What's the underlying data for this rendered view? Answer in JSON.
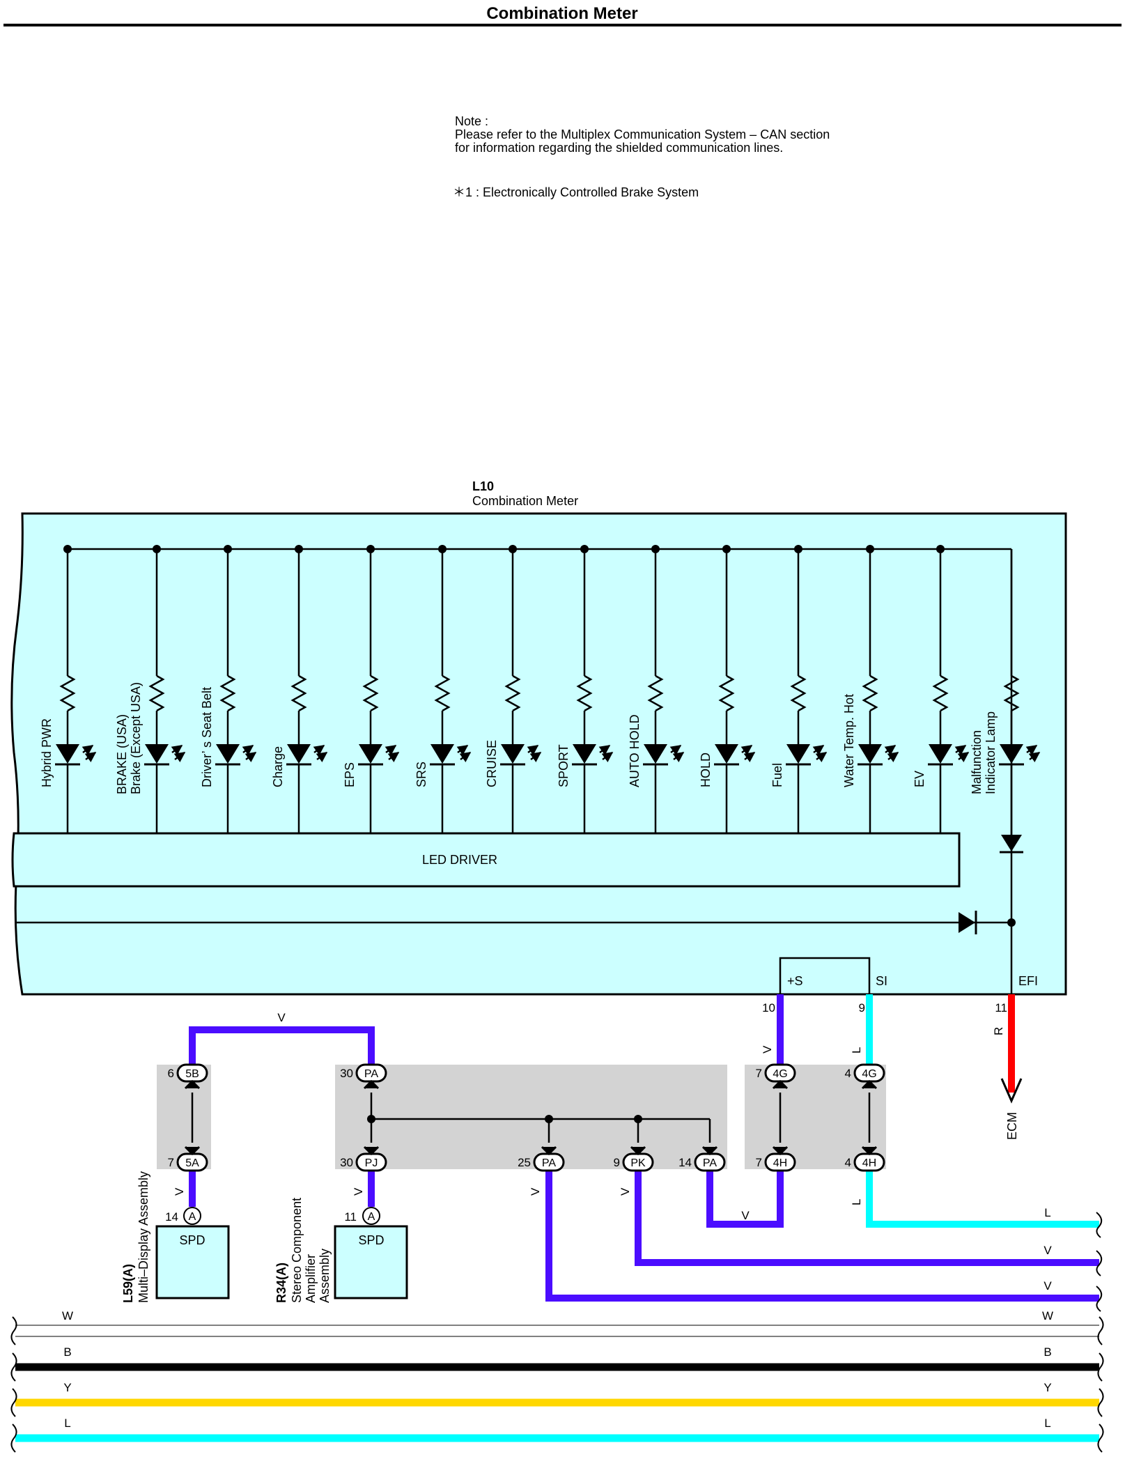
{
  "page": {
    "title": "Combination Meter"
  },
  "notes": {
    "header": "Note :",
    "line1": "Please refer to the Multiplex Communication System – CAN section",
    "line2": "for information regarding the shielded communication lines.",
    "footnote": "＊1 : Electronically Controlled Brake System"
  },
  "meter": {
    "code": "L10",
    "name": "Combination Meter",
    "led_driver": "LED DRIVER",
    "lamps": [
      {
        "lines": [
          "Hybrid PWR"
        ]
      },
      {
        "lines": [
          "BRAKE (USA)",
          "Brake (Except USA)"
        ]
      },
      {
        "lines": [
          "Driver’ s Seat Belt"
        ]
      },
      {
        "lines": [
          "Charge"
        ]
      },
      {
        "lines": [
          "EPS"
        ]
      },
      {
        "lines": [
          "SRS"
        ]
      },
      {
        "lines": [
          "CRUISE"
        ]
      },
      {
        "lines": [
          "SPORT"
        ]
      },
      {
        "lines": [
          "AUTO HOLD"
        ]
      },
      {
        "lines": [
          "HOLD"
        ]
      },
      {
        "lines": [
          "Fuel"
        ]
      },
      {
        "lines": [
          "Water Temp.  Hot"
        ]
      },
      {
        "lines": [
          "EV"
        ]
      },
      {
        "lines": [
          "Malfunction",
          "Indicator Lamp"
        ]
      }
    ],
    "terminals": [
      {
        "name": "+S",
        "pin": "10"
      },
      {
        "name": "SI",
        "pin": "9"
      },
      {
        "name": "EFI",
        "pin": "11"
      }
    ]
  },
  "ecm_label": "ECM",
  "connectors": [
    {
      "id": "c6-5b",
      "pin": "6",
      "code": "5B"
    },
    {
      "id": "c7-5a",
      "pin": "7",
      "code": "5A"
    },
    {
      "id": "c30-pa",
      "pin": "30",
      "code": "PA"
    },
    {
      "id": "c30-pj",
      "pin": "30",
      "code": "PJ"
    },
    {
      "id": "c25-pa",
      "pin": "25",
      "code": "PA"
    },
    {
      "id": "c9-pk",
      "pin": "9",
      "code": "PK"
    },
    {
      "id": "c14-pa",
      "pin": "14",
      "code": "PA"
    },
    {
      "id": "c7-4g",
      "pin": "7",
      "code": "4G"
    },
    {
      "id": "c4-4g",
      "pin": "4",
      "code": "4G"
    },
    {
      "id": "c7-4h",
      "pin": "7",
      "code": "4H"
    },
    {
      "id": "c4-4h",
      "pin": "4",
      "code": "4H"
    }
  ],
  "components": [
    {
      "id": "mda",
      "pin": "14",
      "conn": "A",
      "terminal": "SPD",
      "code": "L59(A)",
      "name_lines": [
        "Multi–Display Assembly"
      ]
    },
    {
      "id": "sca",
      "pin": "11",
      "conn": "A",
      "terminal": "SPD",
      "code": "R34(A)",
      "name_lines": [
        "Stereo Component",
        "Amplifier",
        "Assembly"
      ]
    }
  ],
  "wire_labels": {
    "top_v": "V",
    "v_5a": "V",
    "v_pj": "V",
    "v_pa25": "V",
    "v_pk": "V",
    "v_bridge": "V",
    "v_4g": "V",
    "l_4g": "L",
    "r_efi": "R",
    "l_4h": "L",
    "right_l": "L",
    "right_v1": "V",
    "right_v2": "V"
  },
  "buses": [
    {
      "label": "W",
      "color": "#ffffff"
    },
    {
      "label": "B",
      "color": "#000000"
    },
    {
      "label": "Y",
      "color": "#ffd700"
    },
    {
      "label": "L",
      "color": "#00ffff"
    }
  ],
  "colors": {
    "meter_fill": "#ccffff",
    "connector_bg": "#d3d3d3",
    "wire_v": "#4b0dff",
    "wire_l": "#00ffff",
    "wire_r": "#ff0000"
  }
}
